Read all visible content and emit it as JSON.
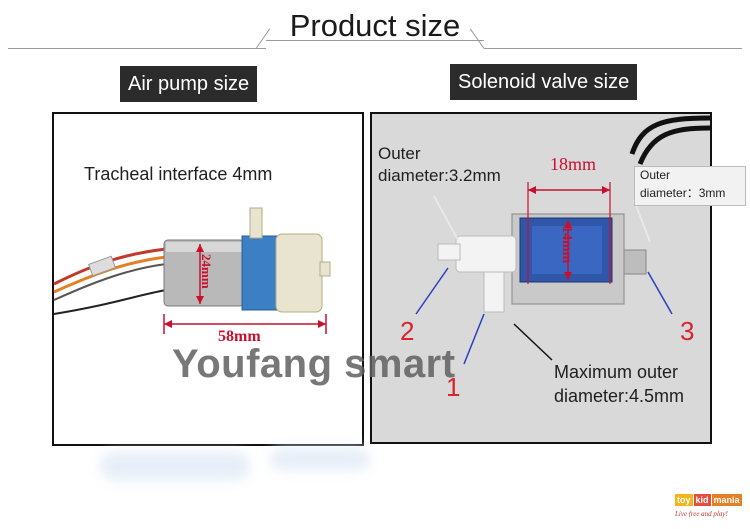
{
  "header": {
    "title": "Product size"
  },
  "sections": {
    "left_label": "Air pump size",
    "right_label": "Solenoid valve size"
  },
  "air_pump": {
    "tracheal_label": "Tracheal interface 4mm",
    "length_dim": "58mm",
    "height_dim": "24mm"
  },
  "valve": {
    "outer_left_line1": "Outer",
    "outer_left_line2": "diameter:3.2mm",
    "width_dim": "18mm",
    "height_dim": "14mm",
    "outer_right_line1": "Outer",
    "outer_right_line2": "diameter：3mm",
    "max_outer_line1": "Maximum outer",
    "max_outer_line2": "diameter:4.5mm",
    "port_1": "1",
    "port_2": "2",
    "port_3": "3"
  },
  "watermark": {
    "text": "Youfang smart"
  },
  "brand": {
    "logo_letters": [
      "toy",
      "kid",
      "mania"
    ],
    "tagline": "Live free and play!"
  },
  "colors": {
    "accent_red": "#c8102e",
    "chip_bg": "#2b2b2b",
    "motor_blue": "#3d7fc4"
  }
}
